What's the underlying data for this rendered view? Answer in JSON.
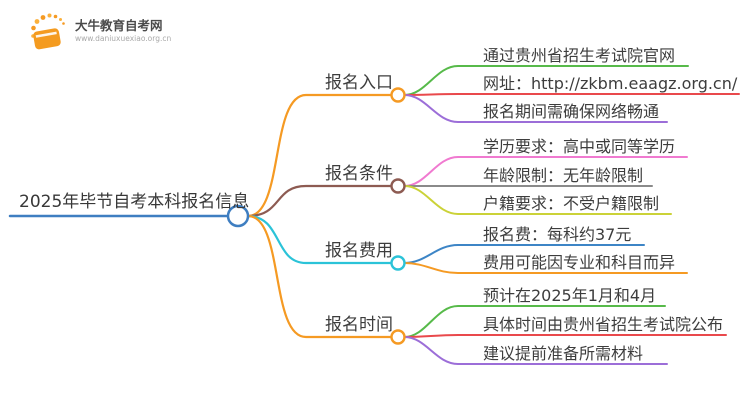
{
  "logo": {
    "title": "大牛教育自考网",
    "url": "www.daniuxuexiao.org.cn",
    "brand_color": "#F59A23"
  },
  "root": {
    "label": "2025年毕节自考本科报名信息",
    "color": "#3E7EC1"
  },
  "branches": [
    {
      "label": "报名入口",
      "color": "#F59A23",
      "children": [
        {
          "label": "通过贵州省招生考试院官网",
          "color": "#57BA4A"
        },
        {
          "label": "网址：http://zkbm.eaagz.org.cn/",
          "color": "#E9494C"
        },
        {
          "label": "报名期间需确保网络畅通",
          "color": "#9C6ED8"
        }
      ]
    },
    {
      "label": "报名条件",
      "color": "#8D5B52",
      "children": [
        {
          "label": "学历要求：高中或同等学历",
          "color": "#F07AD0"
        },
        {
          "label": "年龄限制：无年龄限制",
          "color": "#8A8A8A"
        },
        {
          "label": "户籍要求：不受户籍限制",
          "color": "#CBD238"
        }
      ]
    },
    {
      "label": "报名费用",
      "color": "#2BC3D8",
      "children": [
        {
          "label": "报名费：每科约37元",
          "color": "#3D85C6"
        },
        {
          "label": "费用可能因专业和科目而异",
          "color": "#F59A23"
        }
      ]
    },
    {
      "label": "报名时间",
      "color": "#F59A23",
      "children": [
        {
          "label": "预计在2025年1月和4月",
          "color": "#57BA4A"
        },
        {
          "label": "具体时间由贵州省招生考试院公布",
          "color": "#E9494C"
        },
        {
          "label": "建议提前准备所需材料",
          "color": "#9C6ED8"
        }
      ]
    }
  ]
}
